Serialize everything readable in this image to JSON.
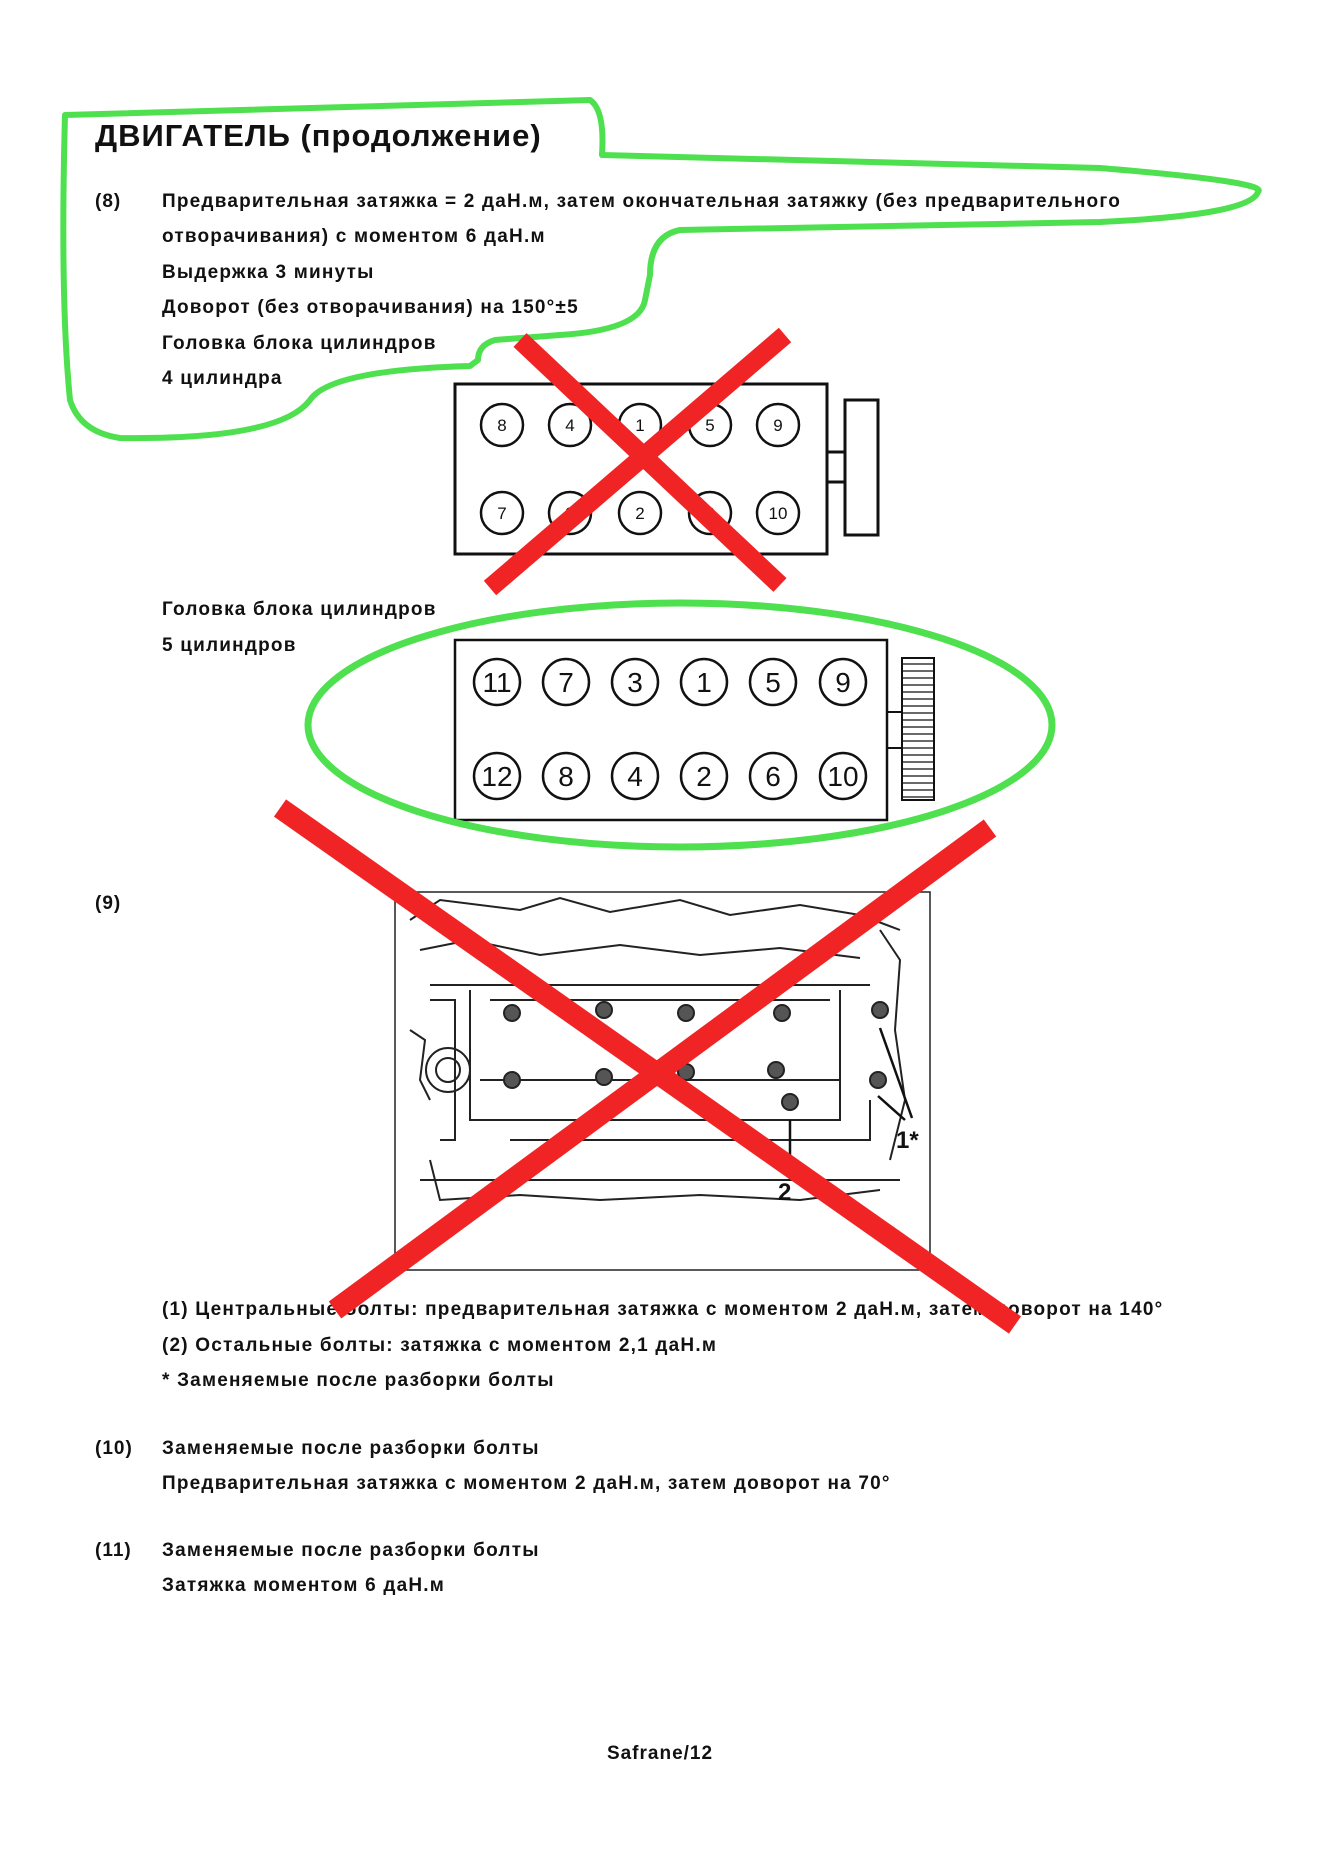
{
  "title": "ДВИГАТЕЛЬ (продолжение)",
  "sections": {
    "s8": {
      "number": "(8)",
      "lines": [
        "Предварительная затяжка = 2 даН.м, затем окончательная затяжку (без предварительного",
        "отворачивания) с моментом 6 даН.м",
        "Выдержка 3 минуты",
        "Доворот (без отворачивания) на 150°±5",
        "Головка блока цилиндров",
        "4 цилиндра"
      ]
    },
    "head5": {
      "lines": [
        "Головка блока цилиндров",
        "5 цилиндров"
      ]
    },
    "s9": {
      "number": "(9)",
      "lines": [
        "(1) Центральные болты: предварительная затяжка с моментом 2 даН.м, затем доворот на 140°",
        "(2) Остальные болты: затяжка с моментом 2,1 даН.м",
        "* Заменяемые после разборки болты"
      ]
    },
    "s10": {
      "number": "(10)",
      "lines": [
        "Заменяемые после разборки болты",
        "Предварительная затяжка с моментом 2 даН.м, затем доворот на 70°"
      ]
    },
    "s11": {
      "number": "(11)",
      "lines": [
        "Заменяемые после разборки болты",
        "Затяжка моментом 6 даН.м"
      ]
    }
  },
  "diagram4": {
    "top_row": [
      "8",
      "4",
      "1",
      "5",
      "9"
    ],
    "bottom_row": [
      "7",
      "3",
      "2",
      "6",
      "10"
    ]
  },
  "diagram5": {
    "top_row": [
      "11",
      "7",
      "3",
      "1",
      "5",
      "9"
    ],
    "bottom_row": [
      "12",
      "8",
      "4",
      "2",
      "6",
      "10"
    ]
  },
  "engine_callouts": {
    "label1": "1*",
    "label2": "2"
  },
  "footer": "Safrane/12",
  "colors": {
    "highlight": "#4ee04e",
    "cross": "#f02424",
    "ink": "#111111"
  }
}
